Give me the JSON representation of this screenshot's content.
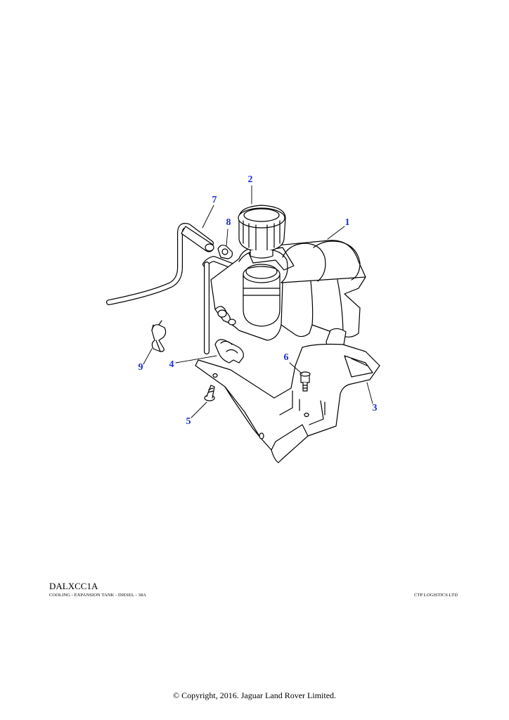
{
  "callouts": [
    "1",
    "2",
    "3",
    "4",
    "5",
    "6",
    "7",
    "8",
    "9"
  ],
  "accent_color": "#1a2fd6",
  "footer": {
    "code": "DALXCC1A",
    "description": "COOLING - EXPANSION TANK - DIESEL - 38A",
    "company": "CTP LOGISTICS LTD",
    "copyright": "© Copyright, 2016. Jaguar Land Rover Limited."
  }
}
